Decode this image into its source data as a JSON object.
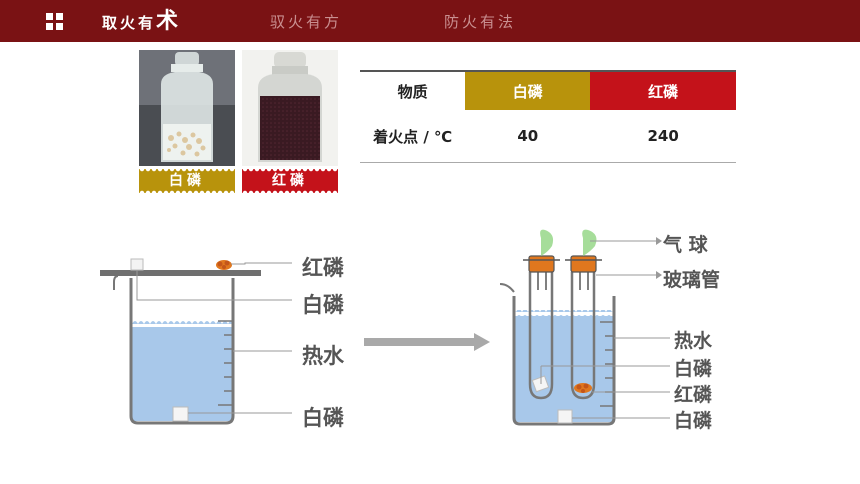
{
  "header": {
    "tabs": [
      {
        "prefix": "取火有",
        "suffix": "术",
        "active": true
      },
      {
        "label": "驭火有方",
        "active": false
      },
      {
        "label": "防火有法",
        "active": false
      }
    ]
  },
  "samples": [
    {
      "caption": "白磷",
      "color": "#b8930c"
    },
    {
      "caption": "红磷",
      "color": "#c4121a"
    }
  ],
  "table": {
    "header": [
      "物质",
      "白磷",
      "红磷"
    ],
    "row_label": "着火点 / ℃",
    "values": [
      "40",
      "240"
    ]
  },
  "left_experiment": {
    "labels": [
      "红磷",
      "白磷",
      "热水",
      "白磷"
    ]
  },
  "right_experiment": {
    "labels": [
      "气 球",
      "玻璃管",
      "热水",
      "白磷",
      "红磷",
      "白磷"
    ]
  },
  "colors": {
    "header_bg": "#7a1214",
    "water": "#a8c8ea",
    "white_phosphorus": "#b8930c",
    "red_phosphorus": "#c4121a",
    "balloon": "#a6dd9a",
    "stopper": "#e0771e"
  }
}
